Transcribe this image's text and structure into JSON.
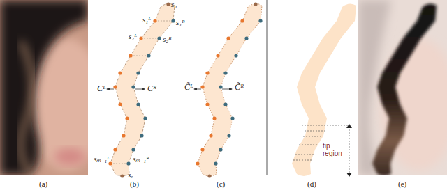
{
  "diagram": {
    "labels": [
      "s₀",
      "s₁ᴸ",
      "s₁ᴿ",
      "s₂ᴸ",
      "s₂ᴿ",
      "Cᴸ",
      "Cᴿ",
      "sₘ₋₁ᴸ",
      "sₘ₋₁ᴿ",
      "sₑ",
      "C̃ᴸ",
      "C̃ᴿ",
      "tip region",
      "(a)",
      "(b)",
      "(c)",
      "(d)",
      "(e)"
    ]
  }
}
